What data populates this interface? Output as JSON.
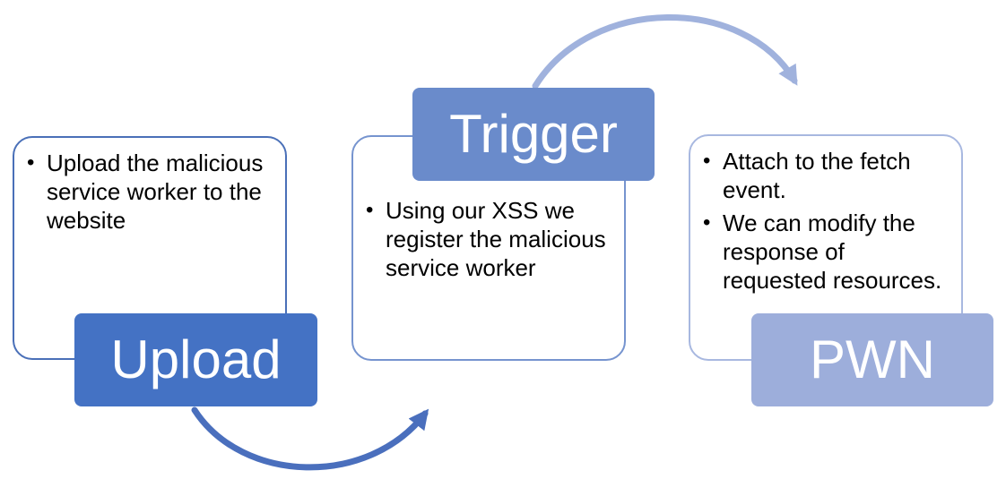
{
  "colors": {
    "upload": "#4472c4",
    "trigger": "#6a8bcb",
    "pwn": "#9daedb",
    "upload_border": "#4a70b8",
    "trigger_border": "#7694cf",
    "pwn_border": "#a8b8e0",
    "arrow_upload": "#4a6fbd",
    "arrow_trigger": "#a0b2dd"
  },
  "steps": [
    {
      "title": "Upload",
      "bullets": [
        "Upload the malicious service worker to the website"
      ]
    },
    {
      "title": "Trigger",
      "bullets": [
        "Using our XSS we register the malicious service worker"
      ]
    },
    {
      "title": "PWN",
      "bullets": [
        "Attach to the fetch event.",
        "We can modify the response of requested resources."
      ]
    }
  ],
  "arrows": [
    {
      "from": "Upload",
      "to": "Trigger",
      "icon": "curved-arrow-icon"
    },
    {
      "from": "Trigger",
      "to": "PWN",
      "icon": "curved-arrow-icon"
    }
  ]
}
